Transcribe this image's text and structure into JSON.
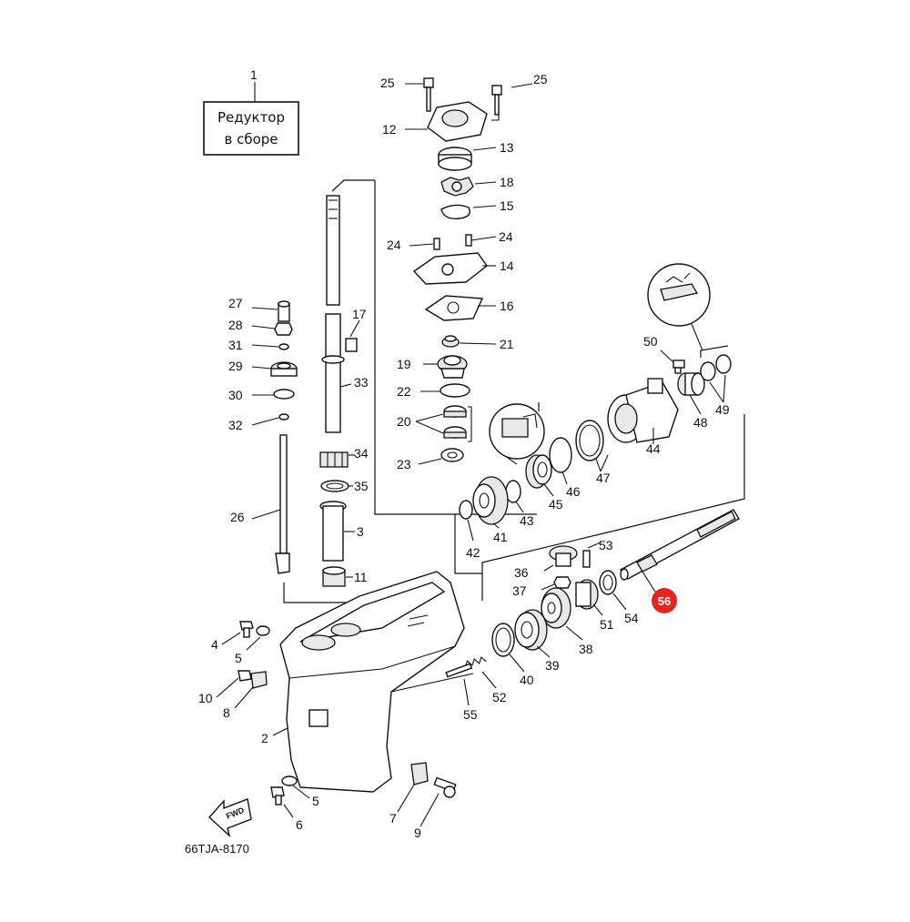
{
  "assembly_box": {
    "number": "1",
    "line1": "Редуктор",
    "line2": "в сборе"
  },
  "diagram_code": "66TJA-8170",
  "fwd_label": "FWD",
  "highlight_color": "#e8231f",
  "highlighted_part": "56",
  "labels": {
    "p25a": "25",
    "p25b": "25",
    "p12": "12",
    "p13": "13",
    "p18": "18",
    "p15": "15",
    "p24a": "24",
    "p24b": "24",
    "p14": "14",
    "p16": "16",
    "p21": "21",
    "p19": "19",
    "p22": "22",
    "p20": "20",
    "p23": "23",
    "p27": "27",
    "p28": "28",
    "p31": "31",
    "p29": "29",
    "p30": "30",
    "p32": "32",
    "p17": "17",
    "p33": "33",
    "p34": "34",
    "p35": "35",
    "p3": "3",
    "p26": "26",
    "p11": "11",
    "p4": "4",
    "p5a": "5",
    "p10": "10",
    "p8": "8",
    "p2": "2",
    "p5b": "5",
    "p6": "6",
    "p7": "7",
    "p9": "9",
    "p50": "50",
    "p48": "48",
    "p49": "49",
    "p44": "44",
    "p47": "47",
    "p46": "46",
    "p45": "45",
    "p43": "43",
    "p41": "41",
    "p42": "42",
    "p53": "53",
    "p36": "36",
    "p37": "37",
    "p51": "51",
    "p54": "54",
    "p38": "38",
    "p39": "39",
    "p40": "40",
    "p52": "52",
    "p55": "55"
  }
}
